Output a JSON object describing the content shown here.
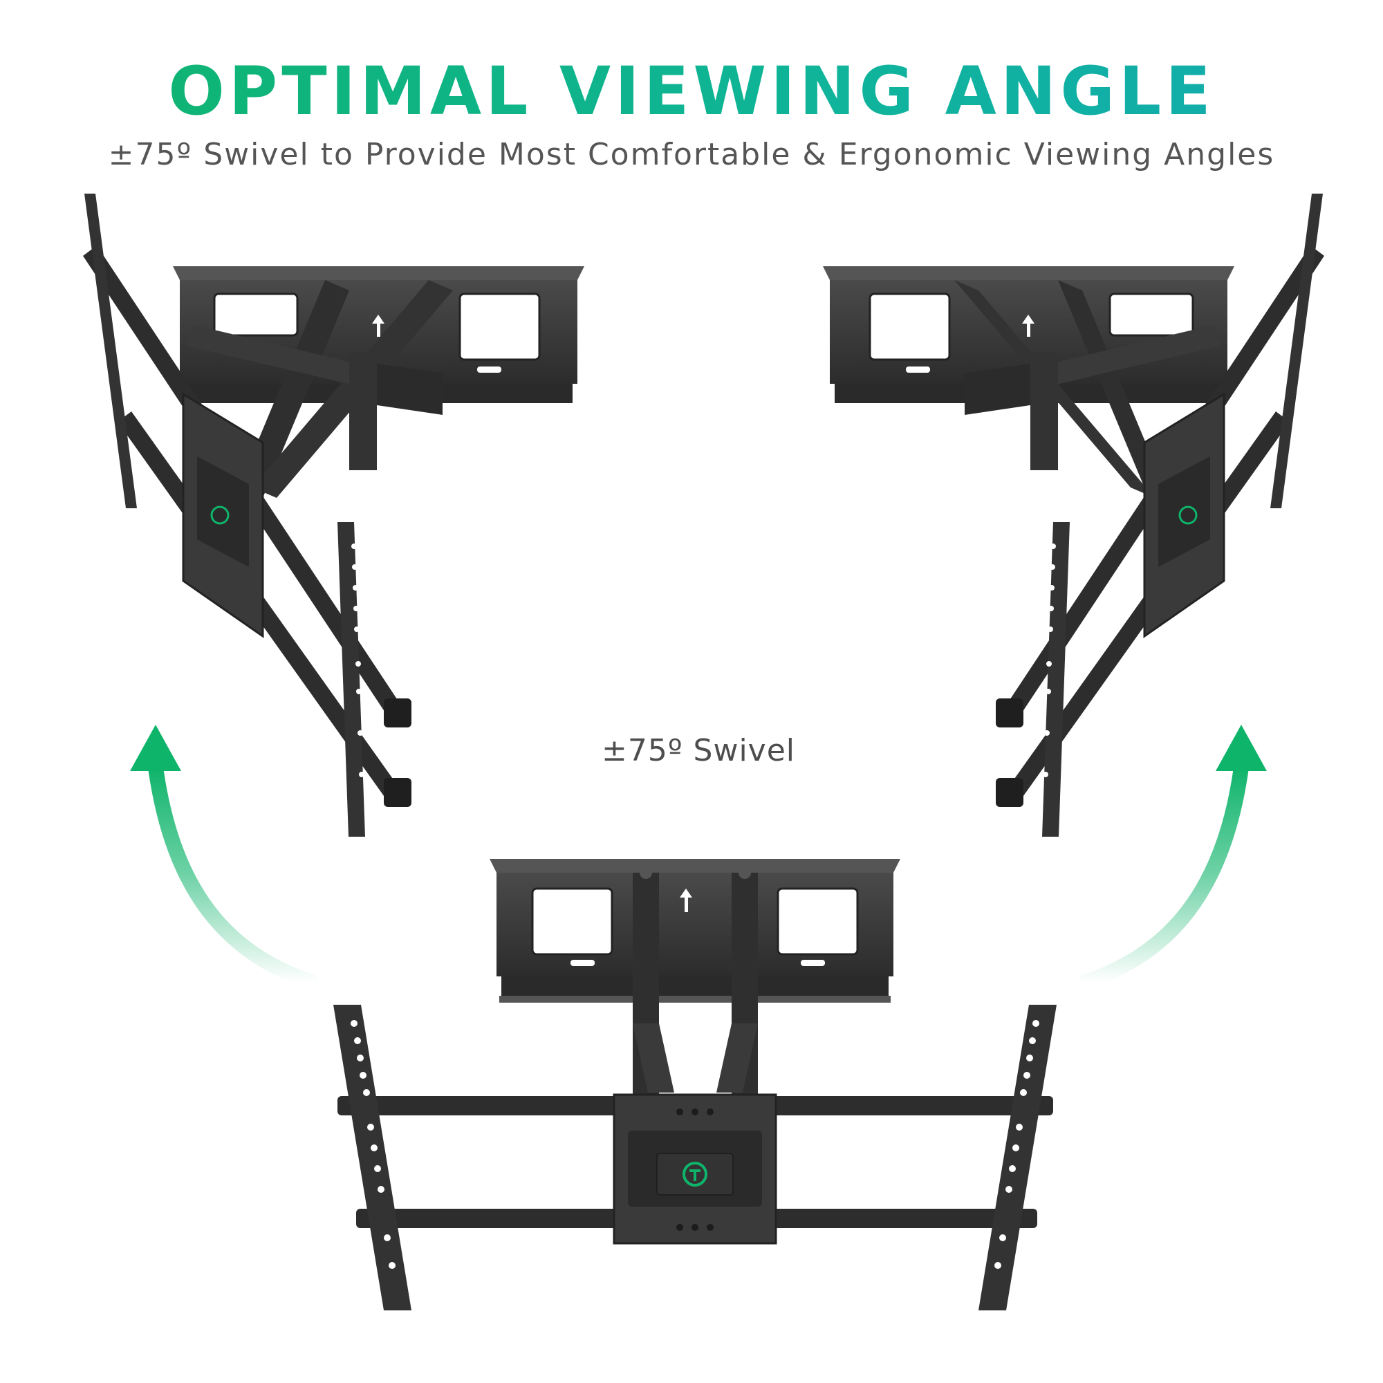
{
  "header": {
    "title": "OPTIMAL VIEWING ANGLE",
    "subtitle": "±75º Swivel  to Provide Most Comfortable & Ergonomic Viewing Angles"
  },
  "annotation": {
    "swivel_label": "±75º Swivel"
  },
  "colors": {
    "accent_green": "#0fb46b",
    "accent_teal": "#13aab0",
    "mount_metal": "#3a3a3a",
    "mount_dark": "#262626",
    "text_gray": "#555555"
  },
  "icons": {
    "logo": "gear-logo-icon",
    "arrows": "curved-arrow-icon"
  }
}
